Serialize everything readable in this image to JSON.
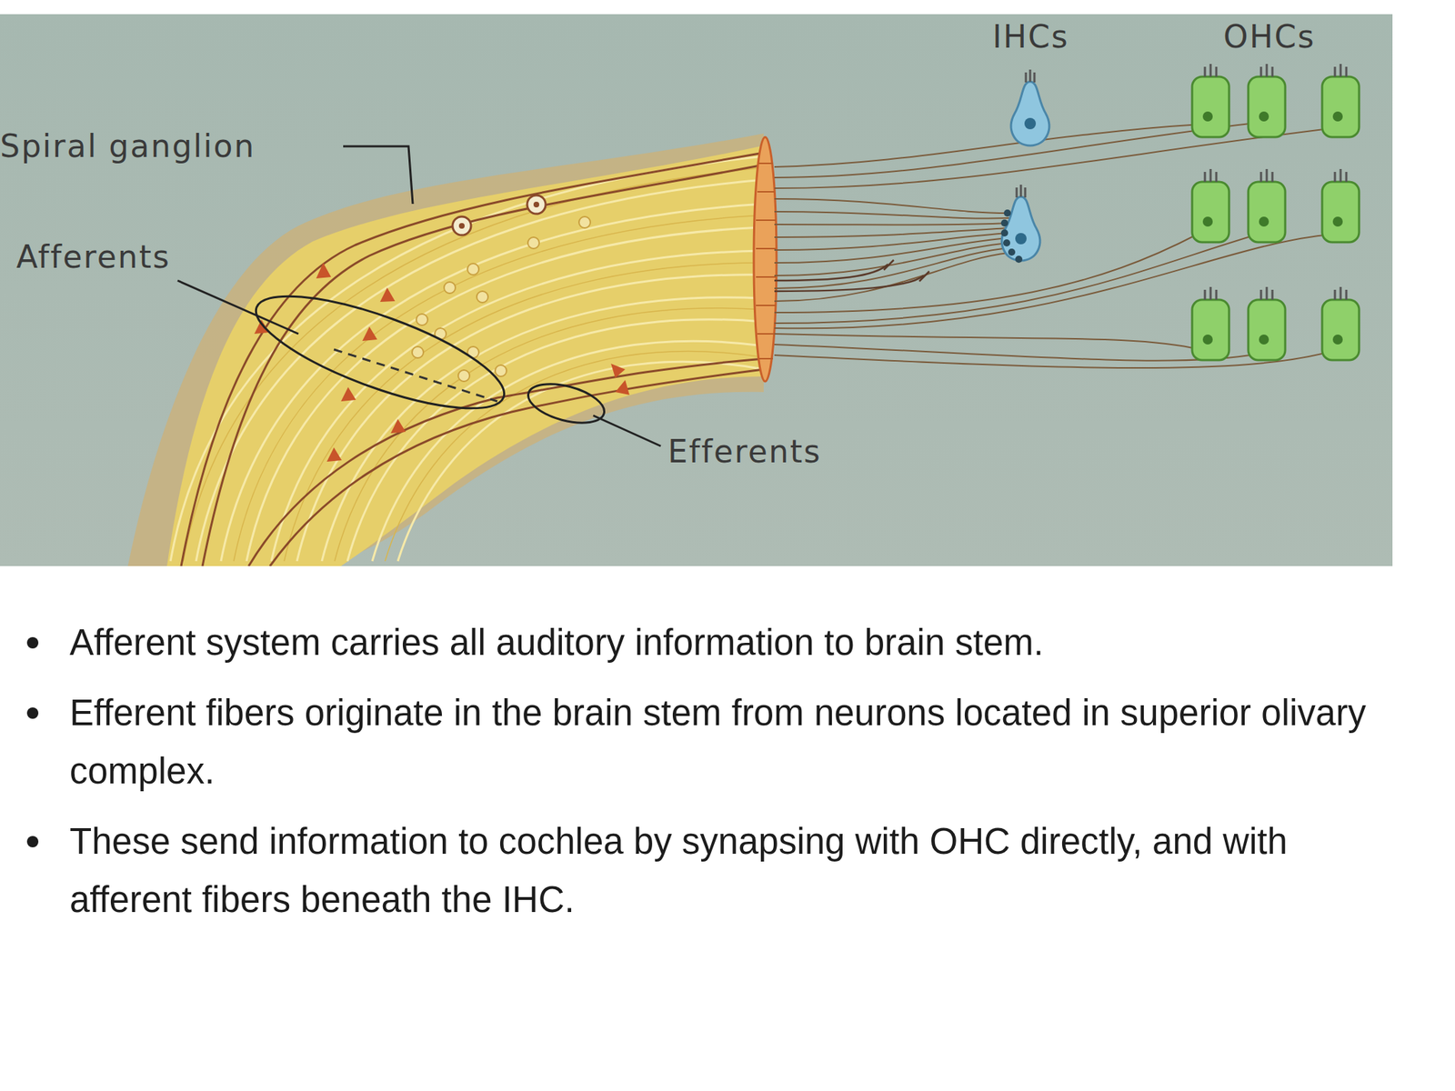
{
  "diagram": {
    "labels": [
      "IHCs",
      "OHCs",
      "Spiral ganglion",
      "Afferents",
      "Efferents",
      "Afferent system carries all auditory information to brain stem.",
      "Efferent fibers originate in the brain stem from neurons located in superior olivary complex.",
      "These send information to cochlea by synapsing with OHC directly, and with afferent fibers beneath the IHC."
    ]
  }
}
